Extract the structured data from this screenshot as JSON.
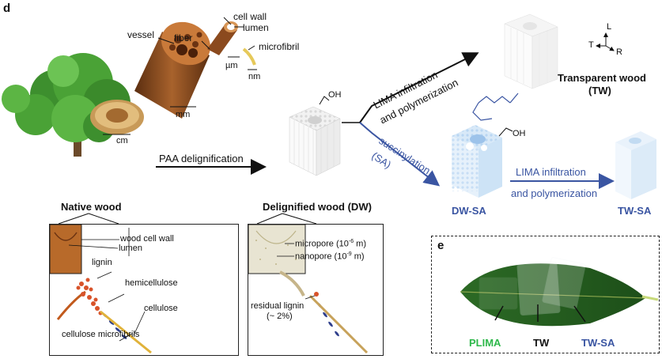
{
  "panel_d": {
    "letter": "d",
    "tree_scale": "cm",
    "hierarchy": {
      "vessel": "vessel",
      "fiber": "fiber",
      "cell_wall": "cell wall",
      "lumen": "lumen",
      "microfibril": "microfibril",
      "mm": "mm",
      "um": "µm",
      "nm": "nm"
    },
    "paa_step": "PAA delignification",
    "oh_dw": "OH",
    "lima_top_1": "LIMA infiltration",
    "lima_top_2": "and polymerization",
    "tw_title_1": "Transparent wood",
    "tw_title_2": "(TW)",
    "axes": {
      "L": "L",
      "T": "T",
      "R": "R"
    },
    "succ_1": "succinylation",
    "succ_2": "(SA)",
    "oh_sa": "OH",
    "dwsa_label": "DW-SA",
    "lima_bottom_1": "LIMA infiltration",
    "lima_bottom_2": "and polymerization",
    "twsa_label": "TW-SA",
    "native": {
      "title": "Native wood",
      "wood_cell_wall": "wood cell wall",
      "lumen": "lumen",
      "lignin": "lignin",
      "hemicellulose": "hemicellulose",
      "cellulose": "cellulose",
      "microfibrils": "cellulose microfibrils"
    },
    "dw": {
      "title": "Delignified wood (DW)",
      "micropore": "micropore (10",
      "micropore_exp": "-6",
      "micropore_unit": " m)",
      "nanopore": "nanopore (10",
      "nanopore_exp": "-9",
      "nanopore_unit": " m)",
      "residual_1": "residual lignin",
      "residual_2": "(~ 2%)"
    }
  },
  "panel_e": {
    "letter": "e",
    "pl": "PLIMA",
    "tw": "TW",
    "twsa": "TW-SA"
  },
  "colors": {
    "black_arrow": "#111111",
    "blue_accent": "#3a55a2",
    "green_label": "#2db84a",
    "wood_brown": "#8b4a1e",
    "leaf_green": "#2f6b28"
  }
}
